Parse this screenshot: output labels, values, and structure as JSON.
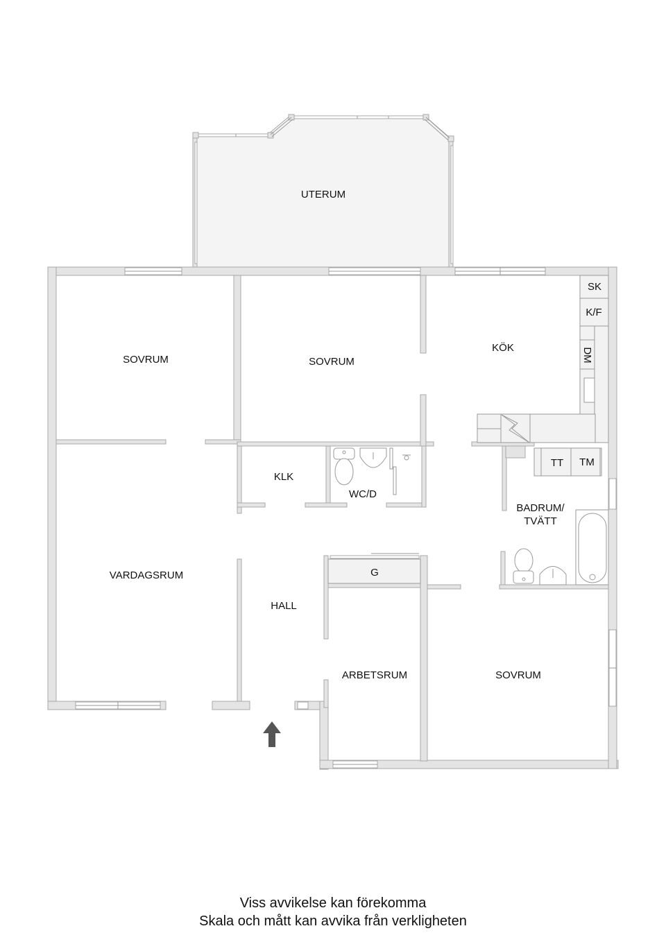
{
  "floorplan": {
    "rooms": {
      "uterum": "UTERUM",
      "sovrum_nw": "SOVRUM",
      "sovrum_n": "SOVRUM",
      "kok": "KÖK",
      "klk": "KLK",
      "wcd": "WC/D",
      "vardagsrum": "VARDAGSRUM",
      "hall": "HALL",
      "g": "G",
      "arbetsrum": "ARBETSRUM",
      "sovrum_se": "SOVRUM",
      "badrum": "BADRUM/",
      "badrum_line2": "TVÄTT"
    },
    "fixtures": {
      "sk": "SK",
      "kf": "K/F",
      "dm": "DM",
      "tt": "TT",
      "tm": "TM"
    },
    "entrance_icon": "arrow-up-icon",
    "colors": {
      "wall_fill": "#e4e4e4",
      "wall_stroke": "#a8a8a8",
      "uterum_fill": "#f4f4f4",
      "arrow": "#555555"
    }
  },
  "footer": {
    "line1": "Viss avvikelse kan förekomma",
    "line2": "Skala och mått kan avvika från verkligheten"
  }
}
